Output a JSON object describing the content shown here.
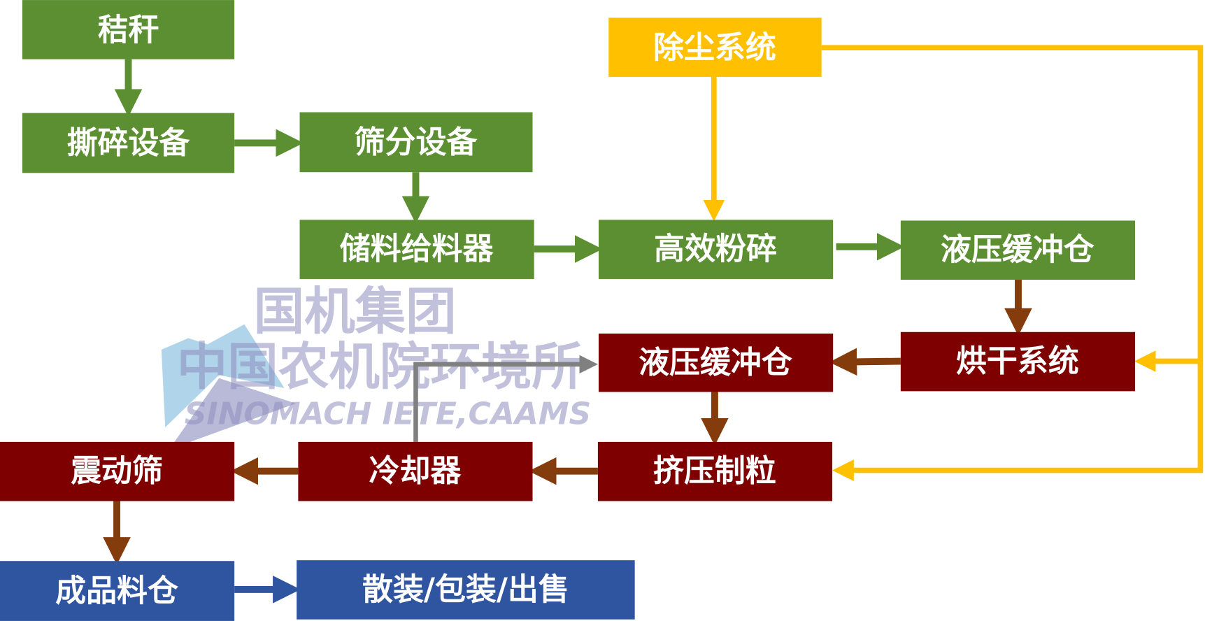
{
  "colors": {
    "green": "#5b8f31",
    "yellow": "#ffc000",
    "dark_red": "#7f0000",
    "blue": "#2f55a0",
    "brown_arrow": "#843c0c",
    "gray_arrow": "#808080",
    "watermark": "#8f8fc0"
  },
  "nodes": {
    "straw": "秸秆",
    "shredder": "撕碎设备",
    "screening": "筛分设备",
    "storage_feeder": "储料给料器",
    "crusher": "高效粉碎",
    "buffer_bin_1": "液压缓冲仓",
    "dust_removal": "除尘系统",
    "dryer": "烘干系统",
    "buffer_bin_2": "液压缓冲仓",
    "pelletizer": "挤压制粒",
    "cooler": "冷却器",
    "vibrating_screen": "震动筛",
    "product_bin": "成品料仓",
    "packaging": "散装/包装/出售"
  },
  "watermark": {
    "line1": "国机集团 中国农机院环境所",
    "line2": "SINOMACH  IETE,CAAMS"
  }
}
